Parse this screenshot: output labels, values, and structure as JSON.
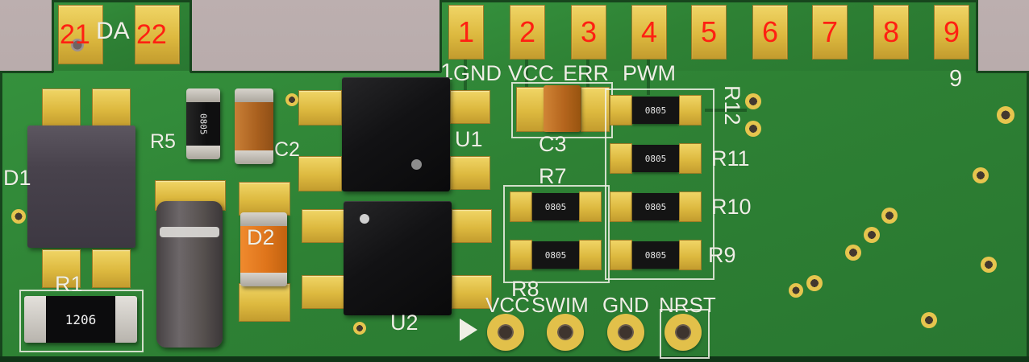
{
  "connector_left": {
    "pad_numbers": [
      "21",
      "22"
    ],
    "label": "DA"
  },
  "connector_top": {
    "pad_numbers": [
      "1",
      "2",
      "3",
      "4",
      "5",
      "6",
      "7",
      "8",
      "9"
    ],
    "pin_one_marker": "1",
    "signals": [
      "GND",
      "VCC",
      "ERR",
      "PWM"
    ],
    "corner_marker": "9"
  },
  "components": {
    "d1": {
      "designator": "D1"
    },
    "r1": {
      "designator": "R1",
      "marking": "1206"
    },
    "r5": {
      "designator": "R5",
      "marking": "0805"
    },
    "c2": {
      "designator": "C2"
    },
    "d2": {
      "designator": "D2"
    },
    "u1": {
      "designator": "U1"
    },
    "u2": {
      "designator": "U2"
    },
    "c3": {
      "designator": "C3"
    },
    "r7": {
      "designator": "R7"
    },
    "r8": {
      "designator": "R8"
    },
    "r9": {
      "designator": "R9"
    },
    "r10": {
      "designator": "R10"
    },
    "r11": {
      "designator": "R11"
    },
    "r12": {
      "designator": "R12"
    },
    "r7_r8_markings": [
      "0805",
      "0805"
    ],
    "right_resistor_markings": [
      "0805",
      "0805",
      "0805",
      "0805"
    ]
  },
  "programming_header": {
    "signals": [
      "VCC",
      "SWIM",
      "GND",
      "NRST"
    ]
  },
  "colors": {
    "background_gray": "#b2a5a5",
    "board_green": "#2e8134",
    "pad_gold": "#ddb93f",
    "silkscreen_white": "#efefe6",
    "designator_red": "#ff2012",
    "component_orange": "#df751b",
    "component_black": "#121214"
  }
}
